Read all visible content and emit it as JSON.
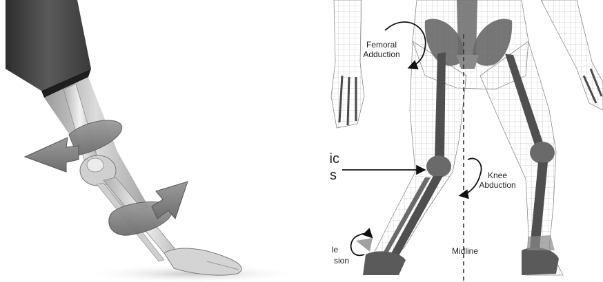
{
  "figure": {
    "left_image": {
      "icon": "leg-rotation-illustration-icon"
    },
    "right_image": {
      "icon": "skeleton-wireframe-legs-icon",
      "labels": {
        "femoral_adduction": "Femoral\nAdduction",
        "knee_abduction": "Knee\nAbduction",
        "midline": "Midline",
        "cut_left_top": "ic",
        "cut_left_mid": "s",
        "cut_left_bottom_1": "le",
        "cut_left_bottom_2": "sion"
      }
    }
  }
}
